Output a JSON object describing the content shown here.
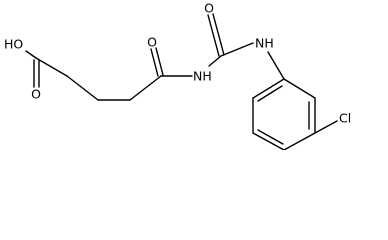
{
  "molecule": {
    "atoms": {
      "hydroxyl": "HO",
      "acid_carbonyl_oxygen": "O",
      "amide_carbonyl_oxygen": "O",
      "urea_carbonyl_oxygen": "O",
      "imide_nitrogen": "NH",
      "aryl_amine_nitrogen": "NH",
      "chlorine": "Cl"
    }
  }
}
